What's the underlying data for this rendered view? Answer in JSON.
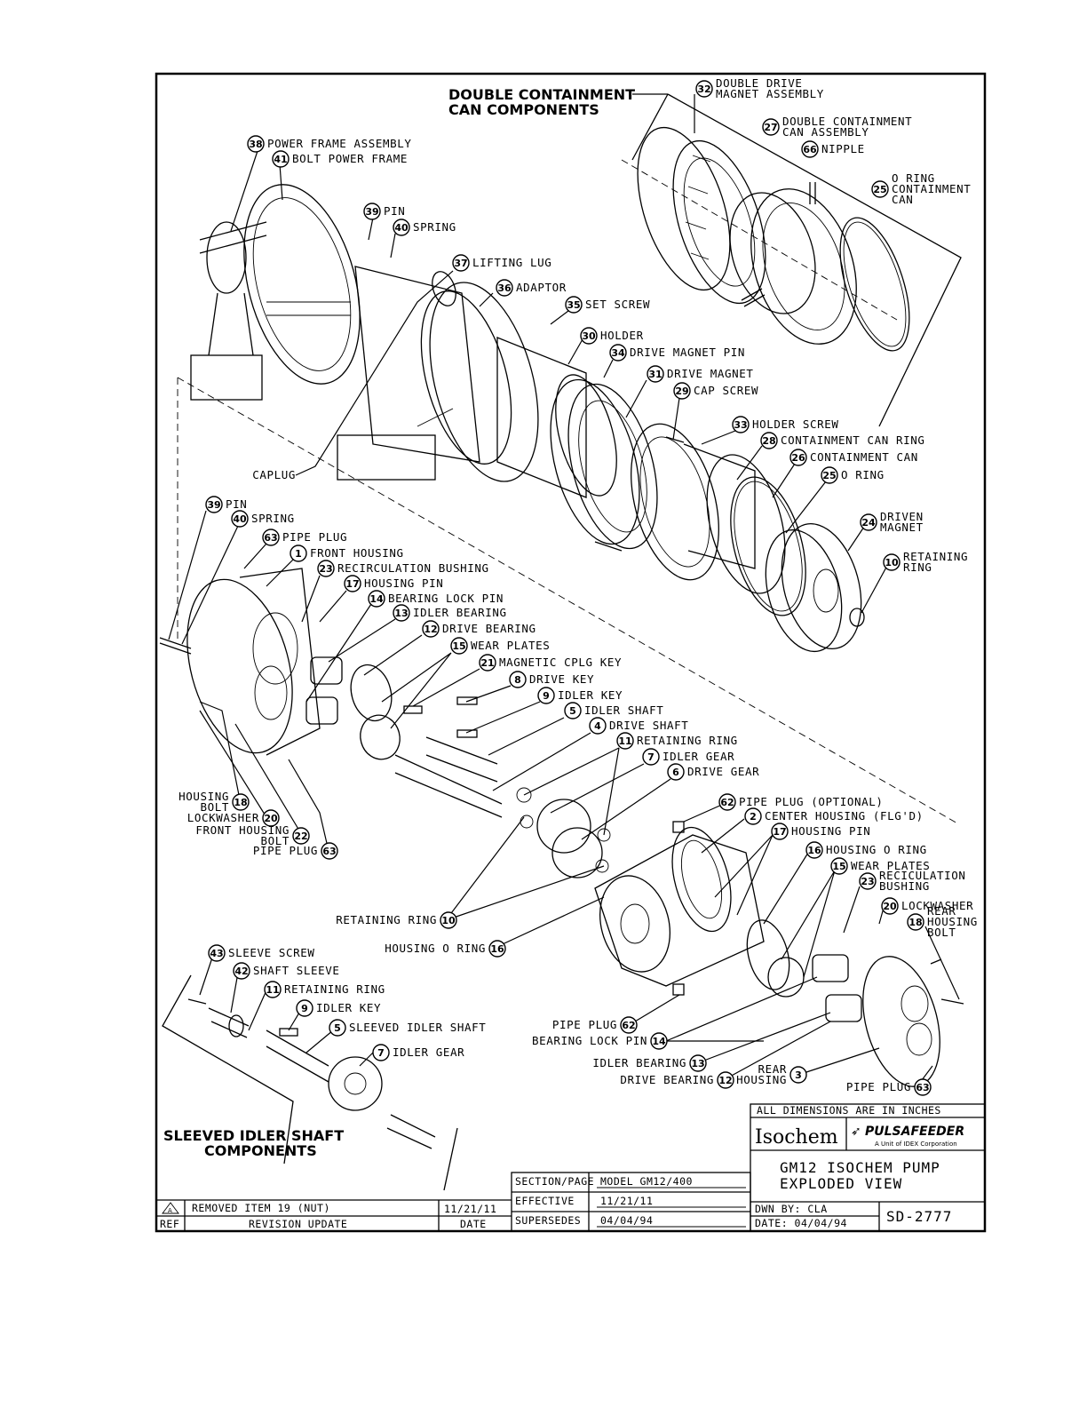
{
  "group_titles": {
    "double_containment": [
      "DOUBLE CONTAINMENT",
      "CAN COMPONENTS"
    ],
    "sleeved_idler": [
      "SLEEVED IDLER SHAFT",
      "COMPONENTS"
    ]
  },
  "callouts": [
    {
      "num": "32",
      "text": [
        "DOUBLE DRIVE",
        "MAGNET ASSEMBLY"
      ]
    },
    {
      "num": "27",
      "text": [
        "DOUBLE CONTAINMENT",
        "CAN ASSEMBLY"
      ]
    },
    {
      "num": "66",
      "text": [
        "NIPPLE"
      ]
    },
    {
      "num": "25",
      "text": [
        "O RING",
        "CONTAINMENT",
        "CAN"
      ]
    },
    {
      "num": "38",
      "text": [
        "POWER FRAME ASSEMBLY"
      ]
    },
    {
      "num": "41",
      "text": [
        "BOLT POWER FRAME"
      ]
    },
    {
      "num": "39",
      "text": [
        "PIN"
      ]
    },
    {
      "num": "40",
      "text": [
        "SPRING"
      ]
    },
    {
      "num": "37",
      "text": [
        "LIFTING LUG"
      ]
    },
    {
      "num": "36",
      "text": [
        "ADAPTOR"
      ]
    },
    {
      "num": "35",
      "text": [
        "SET SCREW"
      ]
    },
    {
      "num": "30",
      "text": [
        "HOLDER"
      ]
    },
    {
      "num": "34",
      "text": [
        "DRIVE MAGNET PIN"
      ]
    },
    {
      "num": "31",
      "text": [
        "DRIVE MAGNET"
      ]
    },
    {
      "num": "29",
      "text": [
        "CAP SCREW"
      ]
    },
    {
      "num": "33",
      "text": [
        "HOLDER SCREW"
      ]
    },
    {
      "num": "28",
      "text": [
        "CONTAINMENT CAN RING"
      ]
    },
    {
      "num": "26",
      "text": [
        "CONTAINMENT CAN"
      ]
    },
    {
      "num": "25",
      "text": [
        "O RING"
      ]
    },
    {
      "num": "24",
      "text": [
        "DRIVEN",
        "MAGNET"
      ]
    },
    {
      "num": "10",
      "text": [
        "RETAINING",
        "RING"
      ]
    },
    {
      "num": "",
      "text": [
        "CAPLUG"
      ]
    },
    {
      "num": "39",
      "text": [
        "PIN"
      ]
    },
    {
      "num": "40",
      "text": [
        "SPRING"
      ]
    },
    {
      "num": "63",
      "text": [
        "PIPE PLUG"
      ]
    },
    {
      "num": "1",
      "text": [
        "FRONT HOUSING"
      ]
    },
    {
      "num": "23",
      "text": [
        "RECIRCULATION BUSHING"
      ]
    },
    {
      "num": "17",
      "text": [
        "HOUSING PIN"
      ]
    },
    {
      "num": "14",
      "text": [
        "BEARING LOCK PIN"
      ]
    },
    {
      "num": "13",
      "text": [
        "IDLER BEARING"
      ]
    },
    {
      "num": "12",
      "text": [
        "DRIVE BEARING"
      ]
    },
    {
      "num": "15",
      "text": [
        "WEAR PLATES"
      ]
    },
    {
      "num": "21",
      "text": [
        "MAGNETIC CPLG KEY"
      ]
    },
    {
      "num": "8",
      "text": [
        "DRIVE KEY"
      ]
    },
    {
      "num": "9",
      "text": [
        "IDLER KEY"
      ]
    },
    {
      "num": "5",
      "text": [
        "IDLER SHAFT"
      ]
    },
    {
      "num": "4",
      "text": [
        "DRIVE SHAFT"
      ]
    },
    {
      "num": "11",
      "text": [
        "RETAINING RING"
      ]
    },
    {
      "num": "7",
      "text": [
        "IDLER GEAR"
      ]
    },
    {
      "num": "6",
      "text": [
        "DRIVE GEAR"
      ]
    },
    {
      "num": "18",
      "text": [
        "HOUSING",
        "BOLT"
      ]
    },
    {
      "num": "20",
      "text": [
        "LOCKWASHER"
      ]
    },
    {
      "num": "22",
      "text": [
        "FRONT HOUSING",
        "BOLT"
      ]
    },
    {
      "num": "63",
      "text": [
        "PIPE PLUG"
      ]
    },
    {
      "num": "62",
      "text": [
        "PIPE PLUG (OPTIONAL)"
      ]
    },
    {
      "num": "2",
      "text": [
        "CENTER HOUSING (FLG'D)"
      ]
    },
    {
      "num": "17",
      "text": [
        "HOUSING PIN"
      ]
    },
    {
      "num": "16",
      "text": [
        "HOUSING O RING"
      ]
    },
    {
      "num": "15",
      "text": [
        "WEAR PLATES"
      ]
    },
    {
      "num": "23",
      "text": [
        "RECICULATION",
        "BUSHING"
      ]
    },
    {
      "num": "20",
      "text": [
        "LOCKWASHER"
      ]
    },
    {
      "num": "18",
      "text": [
        "REAR",
        "HOUSING",
        "BOLT"
      ]
    },
    {
      "num": "10",
      "text": [
        "RETAINING RING"
      ]
    },
    {
      "num": "16",
      "text": [
        "HOUSING O RING"
      ]
    },
    {
      "num": "43",
      "text": [
        "SLEEVE SCREW"
      ]
    },
    {
      "num": "42",
      "text": [
        "SHAFT SLEEVE"
      ]
    },
    {
      "num": "11",
      "text": [
        "RETAINING RING"
      ]
    },
    {
      "num": "9",
      "text": [
        "IDLER KEY"
      ]
    },
    {
      "num": "5",
      "text": [
        "SLEEVED IDLER SHAFT"
      ]
    },
    {
      "num": "7",
      "text": [
        "IDLER GEAR"
      ]
    },
    {
      "num": "62",
      "text": [
        "PIPE PLUG"
      ]
    },
    {
      "num": "14",
      "text": [
        "BEARING LOCK PIN"
      ]
    },
    {
      "num": "13",
      "text": [
        "IDLER BEARING"
      ]
    },
    {
      "num": "12",
      "text": [
        "DRIVE BEARING"
      ]
    },
    {
      "num": "3",
      "text": [
        "REAR",
        "HOUSING"
      ]
    },
    {
      "num": "63",
      "text": [
        "PIPE PLUG"
      ]
    }
  ],
  "title_block": {
    "dimensions_note": "ALL DIMENSIONS ARE IN INCHES",
    "brand_isochem": "Isochem",
    "brand_pulsafeeder": "PULSAFEEDER",
    "brand_sub": "A Unit of IDEX Corporation",
    "title_line1": "GM12 ISOCHEM PUMP",
    "title_line2": "EXPLODED VIEW",
    "section_page_label": "SECTION/PAGE",
    "section_page_value": "MODEL GM12/400",
    "effective_label": "EFFECTIVE",
    "effective_value": "11/21/11",
    "supersedes_label": "SUPERSEDES",
    "supersedes_value": "04/04/94",
    "drawn_by": "DWN BY: CLA",
    "date": "DATE: 04/04/94",
    "drawing_number": "SD-2777"
  },
  "revision": {
    "mark": "A",
    "description": "REMOVED ITEM 19 (NUT)",
    "date": "11/21/11",
    "ref_header": "REF",
    "desc_header": "REVISION UPDATE",
    "date_header": "DATE"
  }
}
